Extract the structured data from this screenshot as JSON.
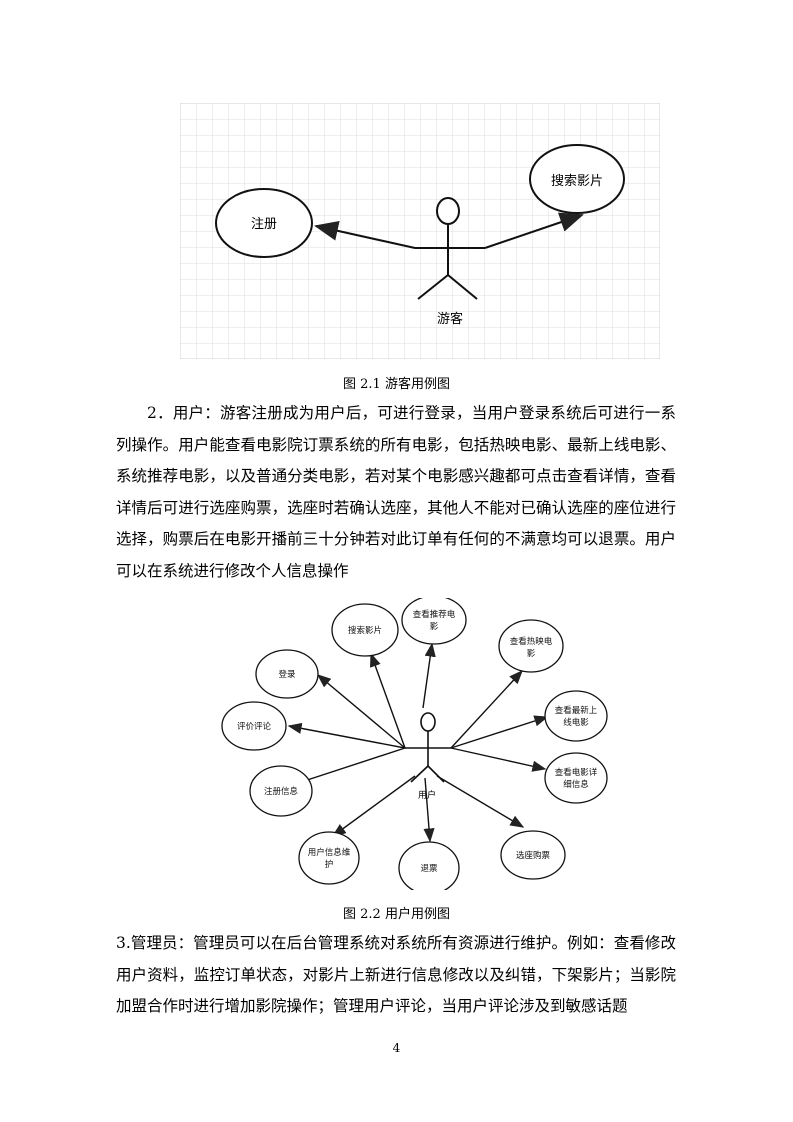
{
  "figure1": {
    "caption": "图 2.1 游客用例图",
    "actor": "游客",
    "usecases": [
      "注册",
      "搜索影片"
    ]
  },
  "paragraph2": "2．用户：游客注册成为用户后，可进行登录，当用户登录系统后可进行一系列操作。用户能查看电影院订票系统的所有电影，包括热映电影、最新上线电影、系统推荐电影，以及普通分类电影，若对某个电影感兴趣都可点击查看详情，查看详情后可进行选座购票，选座时若确认选座，其他人不能对已确认选座的座位进行选择，购票后在电影开播前三十分钟若对此订单有任何的不满意均可以退票。用户可以在系统进行修改个人信息操作",
  "figure2": {
    "caption": "图 2.2 用户用例图",
    "actor": "用户",
    "usecases": [
      {
        "line1": "搜索影片",
        "line2": ""
      },
      {
        "line1": "查看推荐电",
        "line2": "影"
      },
      {
        "line1": "查看热映电",
        "line2": "影"
      },
      {
        "line1": "登录",
        "line2": ""
      },
      {
        "line1": "查看最新上",
        "line2": "线电影"
      },
      {
        "line1": "评价评论",
        "line2": ""
      },
      {
        "line1": "查看电影详",
        "line2": "细信息"
      },
      {
        "line1": "注册信息",
        "line2": ""
      },
      {
        "line1": "用户信息维",
        "line2": "护"
      },
      {
        "line1": "退票",
        "line2": ""
      },
      {
        "line1": "选座购票",
        "line2": ""
      }
    ]
  },
  "paragraph3": "3.管理员：管理员可以在后台管理系统对系统所有资源进行维护。例如：查看修改用户资料，监控订单状态，对影片上新进行信息修改以及纠错，下架影片；当影院加盟合作时进行增加影院操作；管理用户评论，当用户评论涉及到敏感话题",
  "page_number": "4"
}
